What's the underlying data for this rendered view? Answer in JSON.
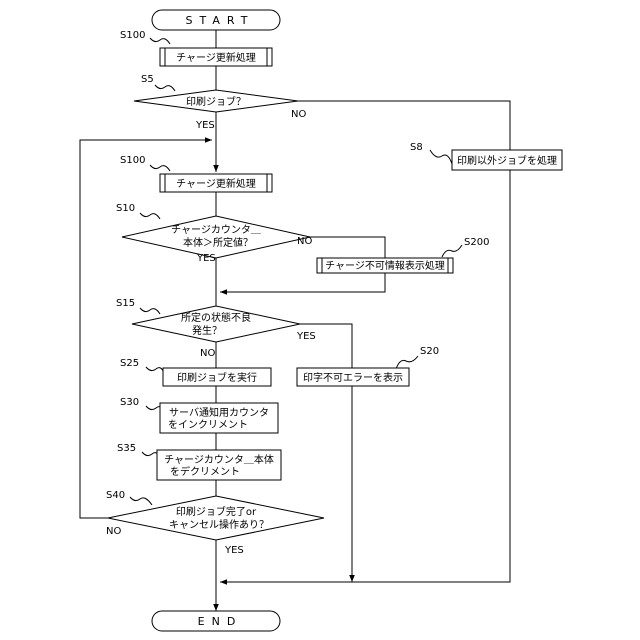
{
  "terminals": {
    "start": "START",
    "end": "END"
  },
  "steps": {
    "s100_top": "S100",
    "s5": "S5",
    "s8": "S8",
    "s100": "S100",
    "s10": "S10",
    "s200": "S200",
    "s15": "S15",
    "s20": "S20",
    "s25": "S25",
    "s30": "S30",
    "s35": "S35",
    "s40": "S40"
  },
  "nodes": {
    "charge_update_top": "チャージ更新処理",
    "print_job_q": "印刷ジョブ？",
    "non_print_job": "印刷以外ジョブを処理",
    "charge_update": "チャージ更新処理",
    "counter_check_l1": "チャージカウンタ＿",
    "counter_check_l2": "本体＞所定値？",
    "unavailable_info": "チャージ不可情報表示処理",
    "state_check_l1": "所定の状態不良",
    "state_check_l2": "発生？",
    "print_error": "印字不可エラーを表示",
    "run_print_job": "印刷ジョブを実行",
    "server_counter_l1": "サーバ通知用カウンタ",
    "server_counter_l2": "をインクリメント",
    "decrement_l1": "チャージカウンタ＿本体",
    "decrement_l2": "をデクリメント",
    "complete_check_l1": "印刷ジョブ完了or",
    "complete_check_l2": "キャンセル操作あり？"
  },
  "branches": {
    "s5_yes": "YES",
    "s5_no": "NO",
    "s10_yes": "YES",
    "s10_no": "NO",
    "s15_yes": "YES",
    "s15_no": "NO",
    "s40_yes": "YES",
    "s40_no": "NO"
  }
}
